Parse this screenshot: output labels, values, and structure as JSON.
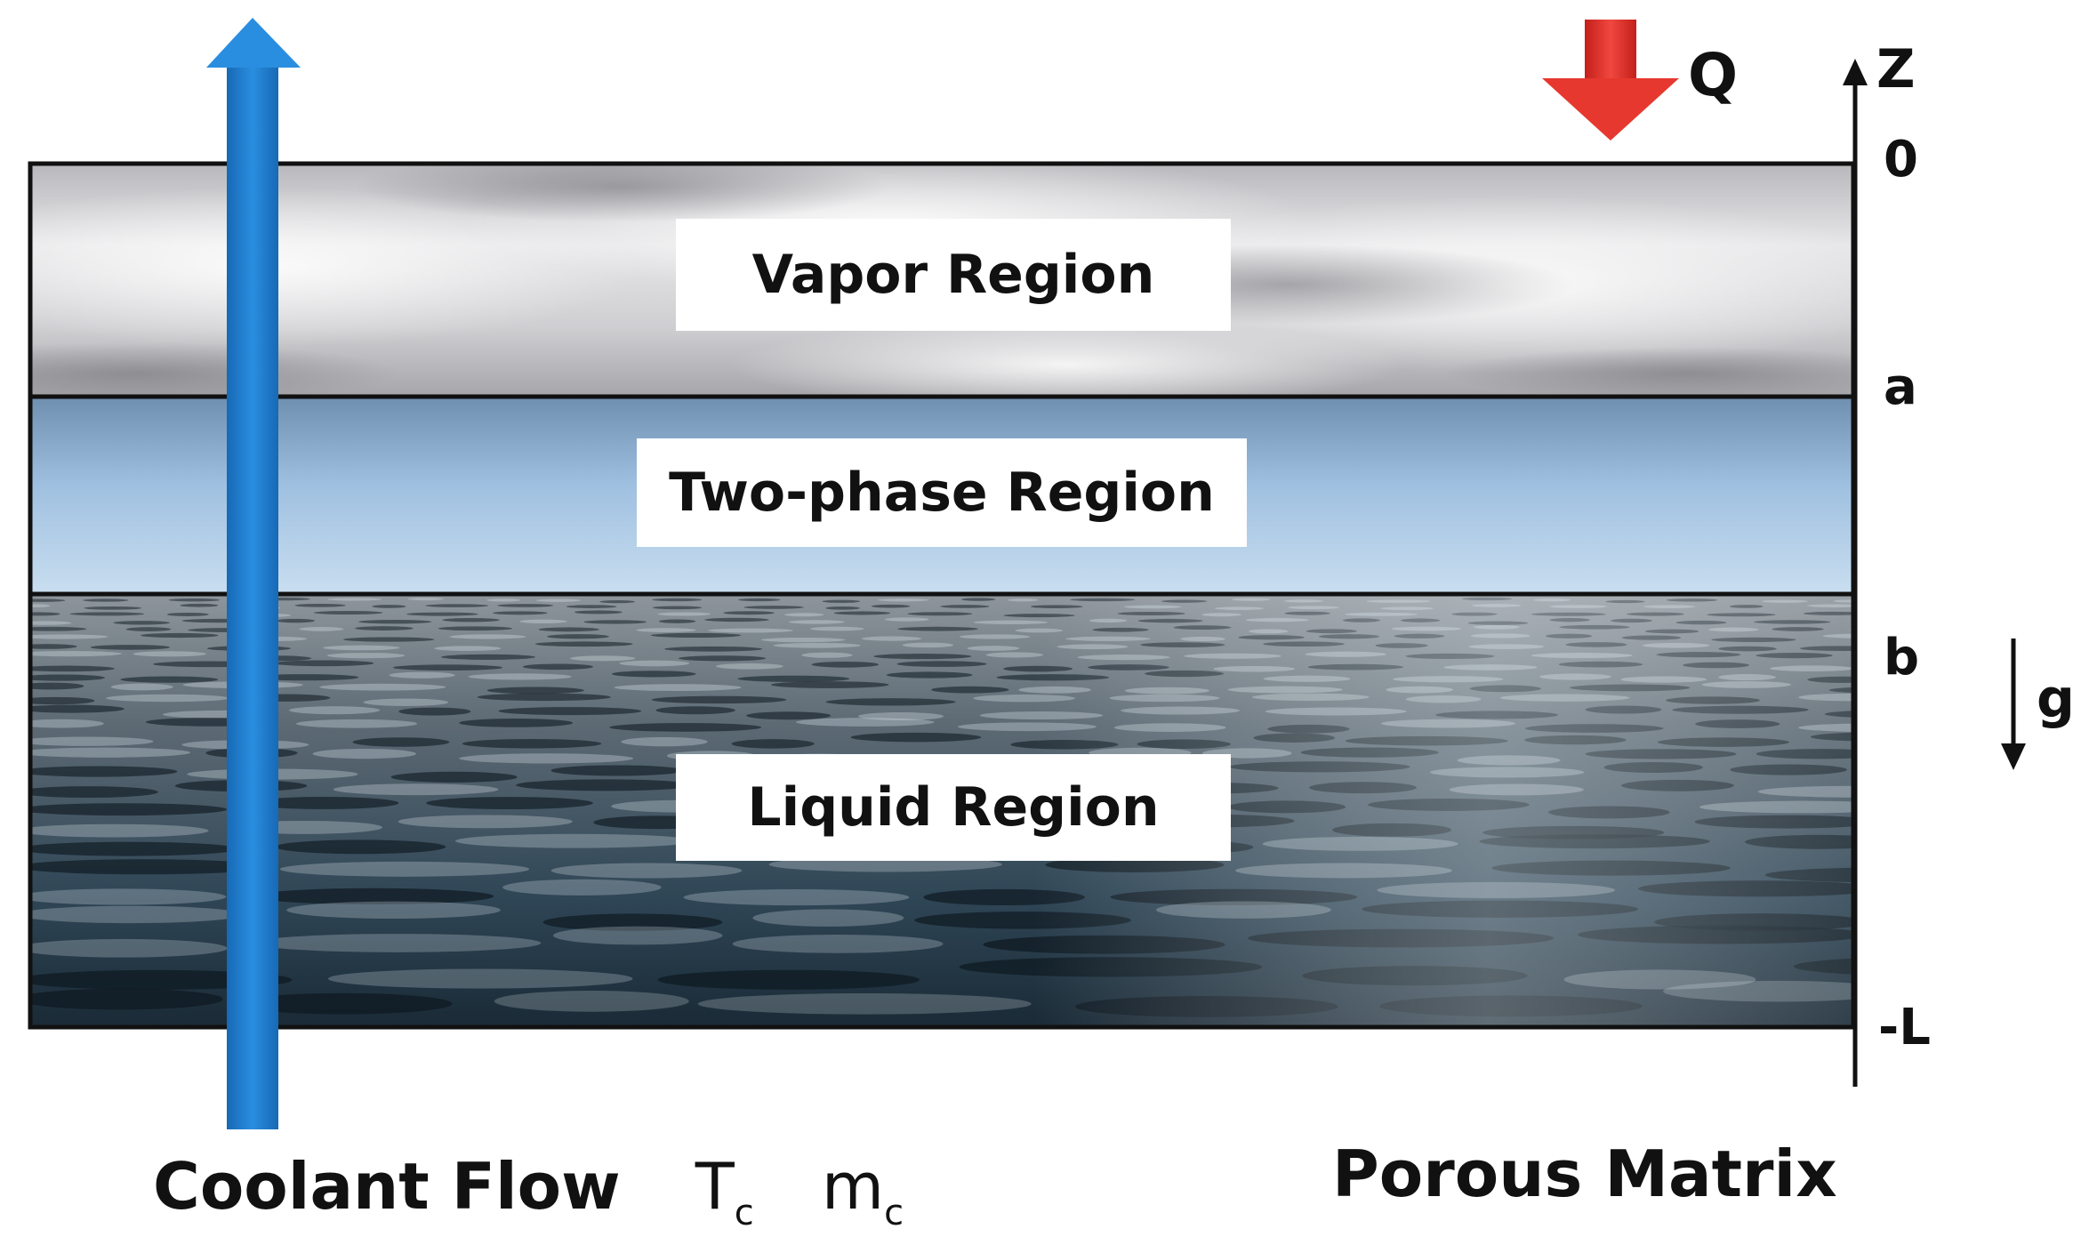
{
  "diagram": {
    "regions": {
      "vapor": "Vapor Region",
      "two_phase": "Two-phase Region",
      "liquid": "Liquid Region"
    },
    "axis": {
      "name": "Z",
      "ticks": {
        "top": "0",
        "a": "a",
        "b": "b",
        "bottom": "-L"
      }
    },
    "labels": {
      "heat": "Q",
      "gravity": "g",
      "porous_matrix": "Porous Matrix",
      "coolant_flow": "Coolant Flow",
      "coolant_temp": "T",
      "coolant_temp_sub": "c",
      "coolant_mass": "m",
      "coolant_mass_sub": "c"
    },
    "colors": {
      "coolant_arrow": "#1f7ccf",
      "heat_arrow": "#e0312a",
      "vapor": "#c9c9cc",
      "two_phase": "#9dc0e2",
      "liquid": "#2b3a45"
    }
  }
}
